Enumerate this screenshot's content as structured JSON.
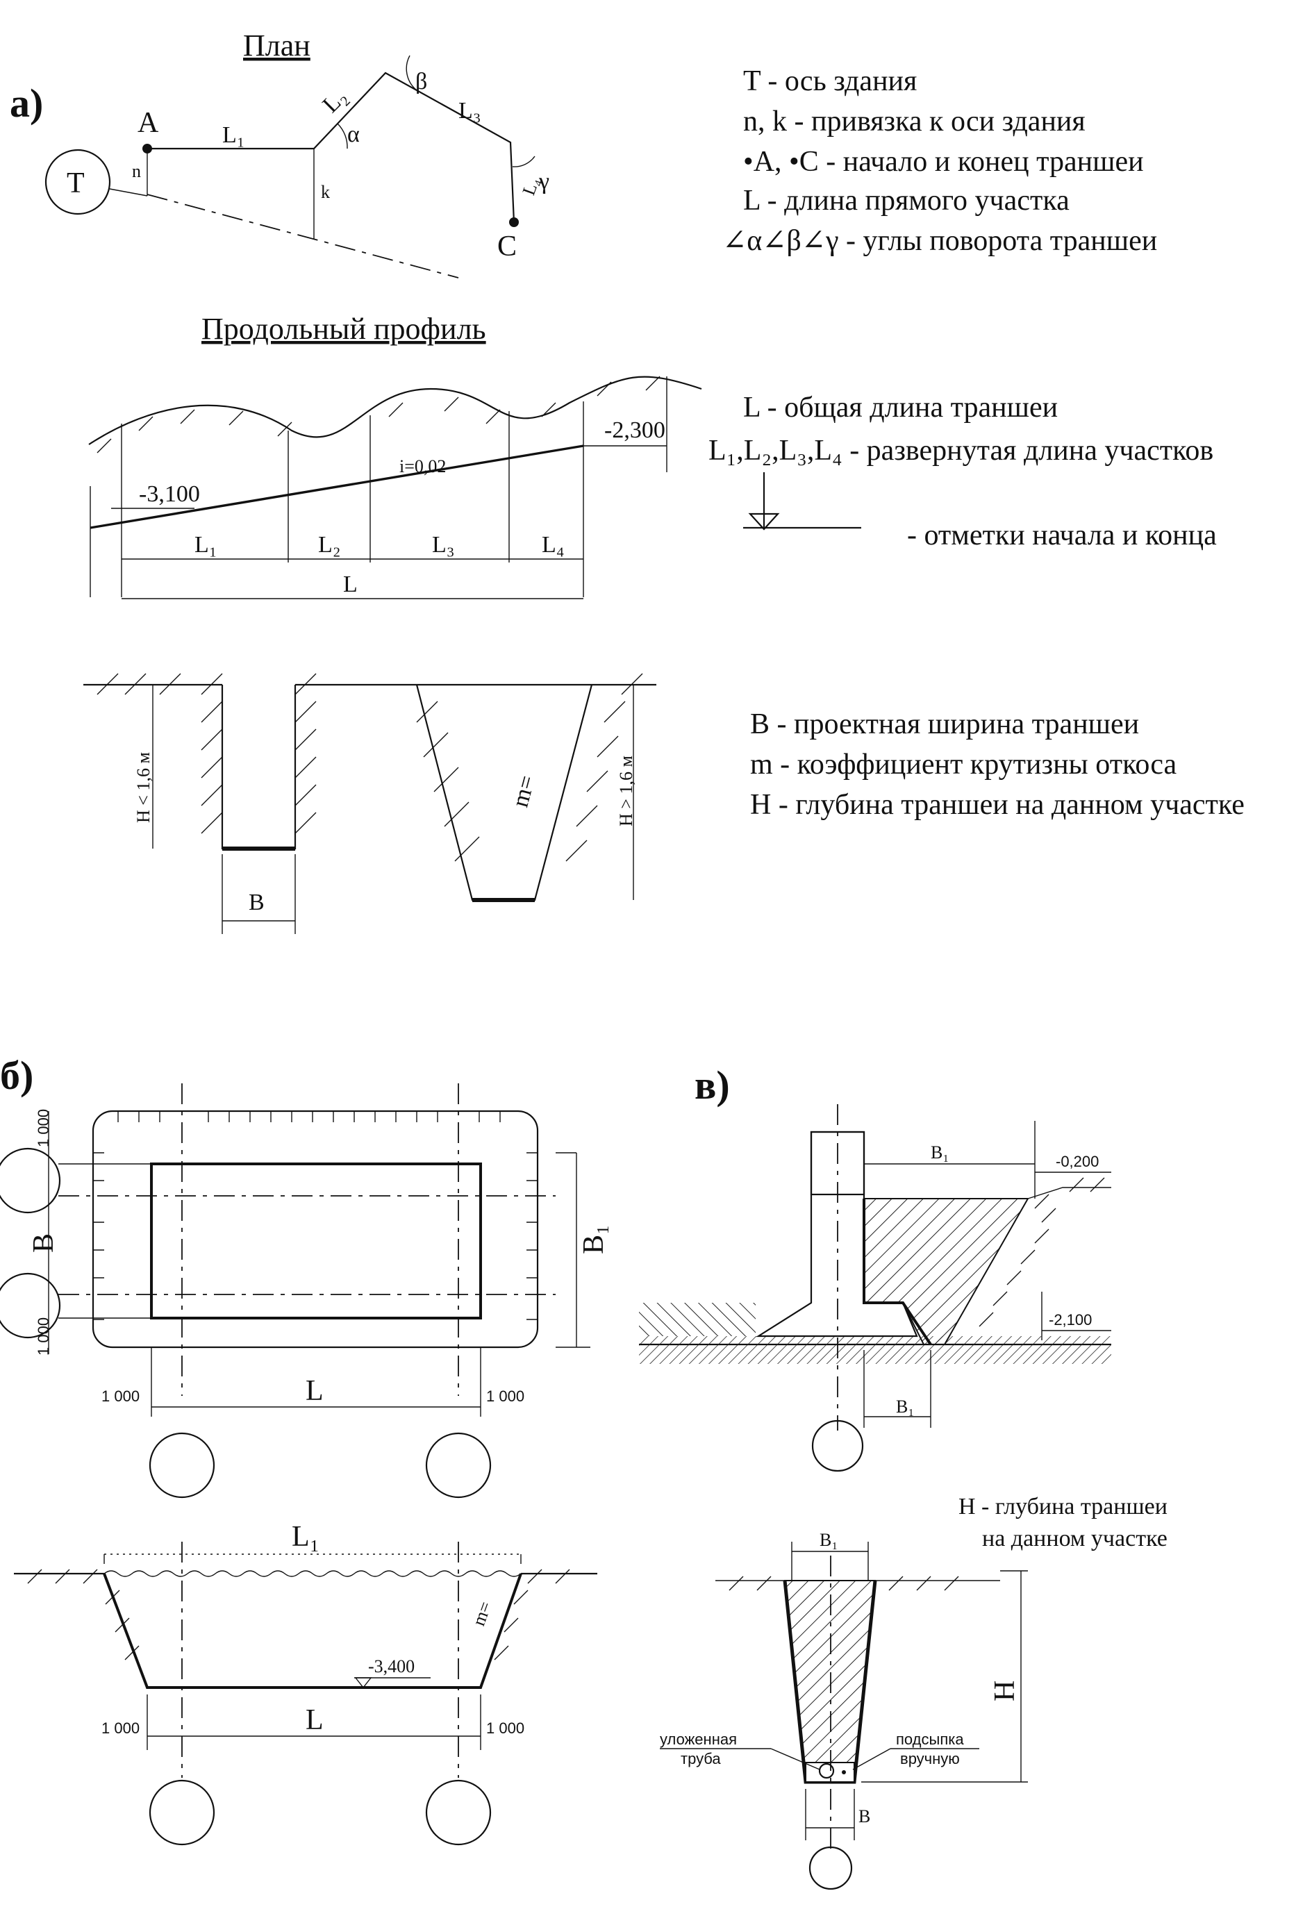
{
  "section_a": {
    "marker": "а)",
    "plan": {
      "title": "План",
      "axis_label": "T",
      "point_a": "A",
      "point_c": "C",
      "seg_l1": "L₁",
      "seg_l2": "L₂",
      "seg_l3": "L₃",
      "seg_l4": "L₄",
      "offset_n": "n",
      "offset_k": "k",
      "angle_alpha": "α",
      "angle_beta": "β",
      "angle_gamma": "γ",
      "legend": [
        "T - ось здания",
        "n, k - привязка к оси здания",
        "•A, •C - начало и конец траншеи",
        "L  - длина прямого участка",
        "∠α∠β∠γ - углы поворота траншеи"
      ]
    },
    "profile": {
      "title": "Продольный профиль",
      "mark_start": "-3,100",
      "mark_end": "-2,300",
      "slope": "i=0,02",
      "seg_labels": [
        "L₁",
        "L₂",
        "L₃",
        "L₄"
      ],
      "total_label": "L",
      "legend": [
        "L - общая длина траншеи",
        "L₁,L₂,L₃,L₄ - развернутая длина участков",
        "- отметки начала и конца"
      ]
    },
    "sections": {
      "depth_small": "H < 1,6 м",
      "depth_large": "H > 1,6 м",
      "width_label": "B",
      "slope_label": "m=",
      "legend": [
        "B - проектная ширина траншеи",
        "m - коэффициент крутизны откоса",
        "H - глубина траншеи на данном участке"
      ]
    }
  },
  "section_b": {
    "marker": "б)",
    "plan": {
      "dim_1000": "1 000",
      "width_label": "B",
      "width_top_label": "B₁",
      "length_label": "L"
    },
    "section": {
      "top_length": "L₁",
      "mark": "-3,400",
      "slope_label": "m=",
      "length_label": "L",
      "dim_1000": "1 000"
    }
  },
  "section_v": {
    "marker": "в)",
    "upper": {
      "width_top": "B₁",
      "width_bottom": "B₁",
      "mark_top": "-0,200",
      "mark_bottom": "-2,100"
    },
    "note": [
      "H - глубина траншеи",
      "на данном участке"
    ],
    "lower": {
      "width_top": "B₁",
      "width_bottom": "B",
      "depth_label": "H",
      "pipe_label": [
        "уложенная",
        "труба"
      ],
      "backfill_label": [
        "подсыпка",
        "вручную"
      ]
    }
  }
}
